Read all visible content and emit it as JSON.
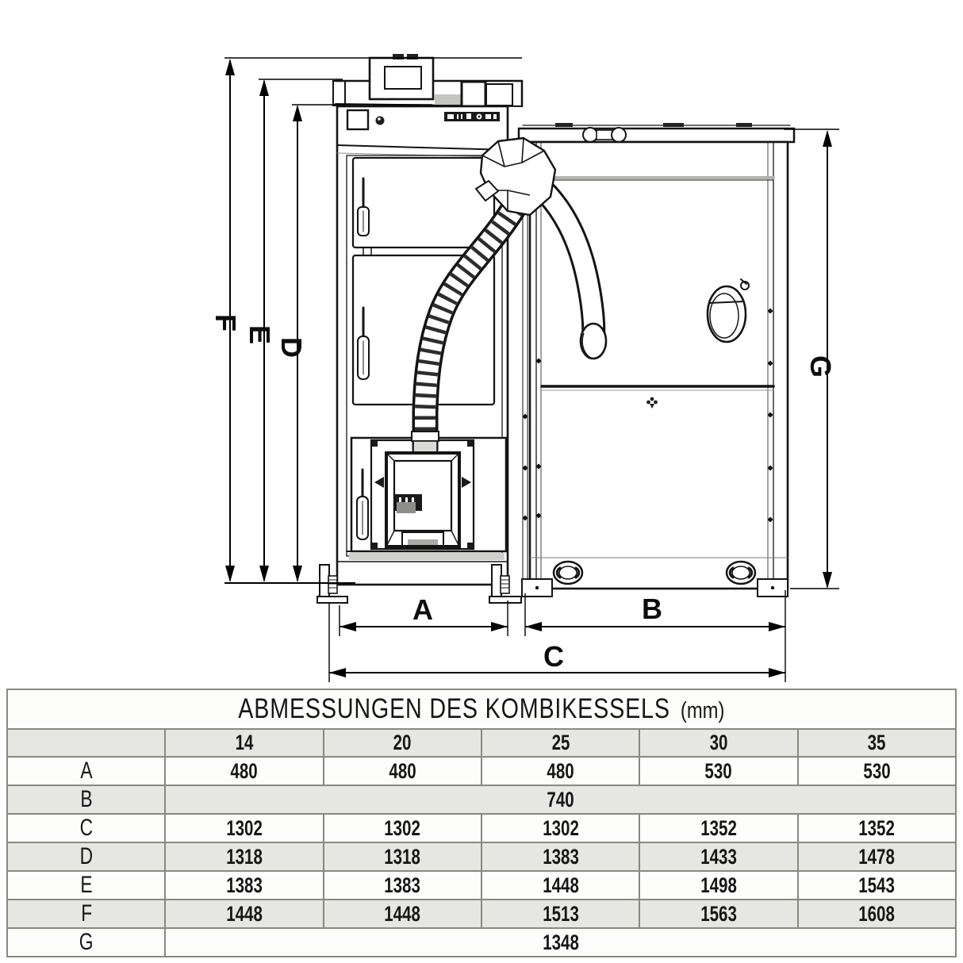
{
  "drawing": {
    "description": "Technical line drawing of a combi pellet boiler with flexible pellet feed hose and pellet hopper, with dimension lines",
    "labels": {
      "f": "F",
      "e": "E",
      "d": "D",
      "g": "G",
      "a": "A",
      "b": "B",
      "c": "C"
    }
  },
  "table": {
    "title": "ABMESSUNGEN DES KOMBIKESSELS",
    "unit": "(mm)",
    "columns": [
      "14",
      "20",
      "25",
      "30",
      "35"
    ],
    "rows": [
      {
        "label": "A",
        "values": [
          "480",
          "480",
          "480",
          "530",
          "530"
        ]
      },
      {
        "label": "B",
        "span": "740"
      },
      {
        "label": "C",
        "values": [
          "1302",
          "1302",
          "1302",
          "1352",
          "1352"
        ]
      },
      {
        "label": "D",
        "values": [
          "1318",
          "1318",
          "1383",
          "1433",
          "1478"
        ]
      },
      {
        "label": "E",
        "values": [
          "1383",
          "1383",
          "1448",
          "1498",
          "1543"
        ]
      },
      {
        "label": "F",
        "values": [
          "1448",
          "1448",
          "1513",
          "1563",
          "1608"
        ]
      },
      {
        "label": "G",
        "span": "1348"
      }
    ]
  }
}
